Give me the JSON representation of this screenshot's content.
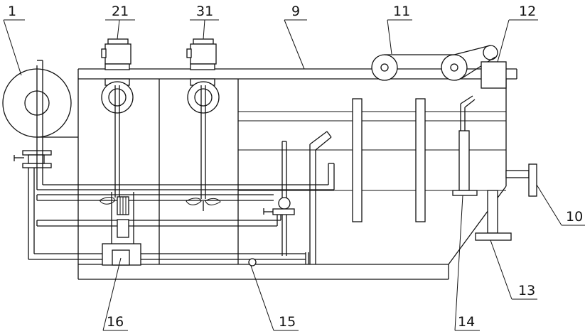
{
  "labels": {
    "l1": "1",
    "l21": "21",
    "l31": "31",
    "l9": "9",
    "l11": "11",
    "l12": "12",
    "l10": "10",
    "l13": "13",
    "l14": "14",
    "l15": "15",
    "l16": "16"
  },
  "colors": {
    "line": "#111111",
    "background": "#ffffff"
  }
}
